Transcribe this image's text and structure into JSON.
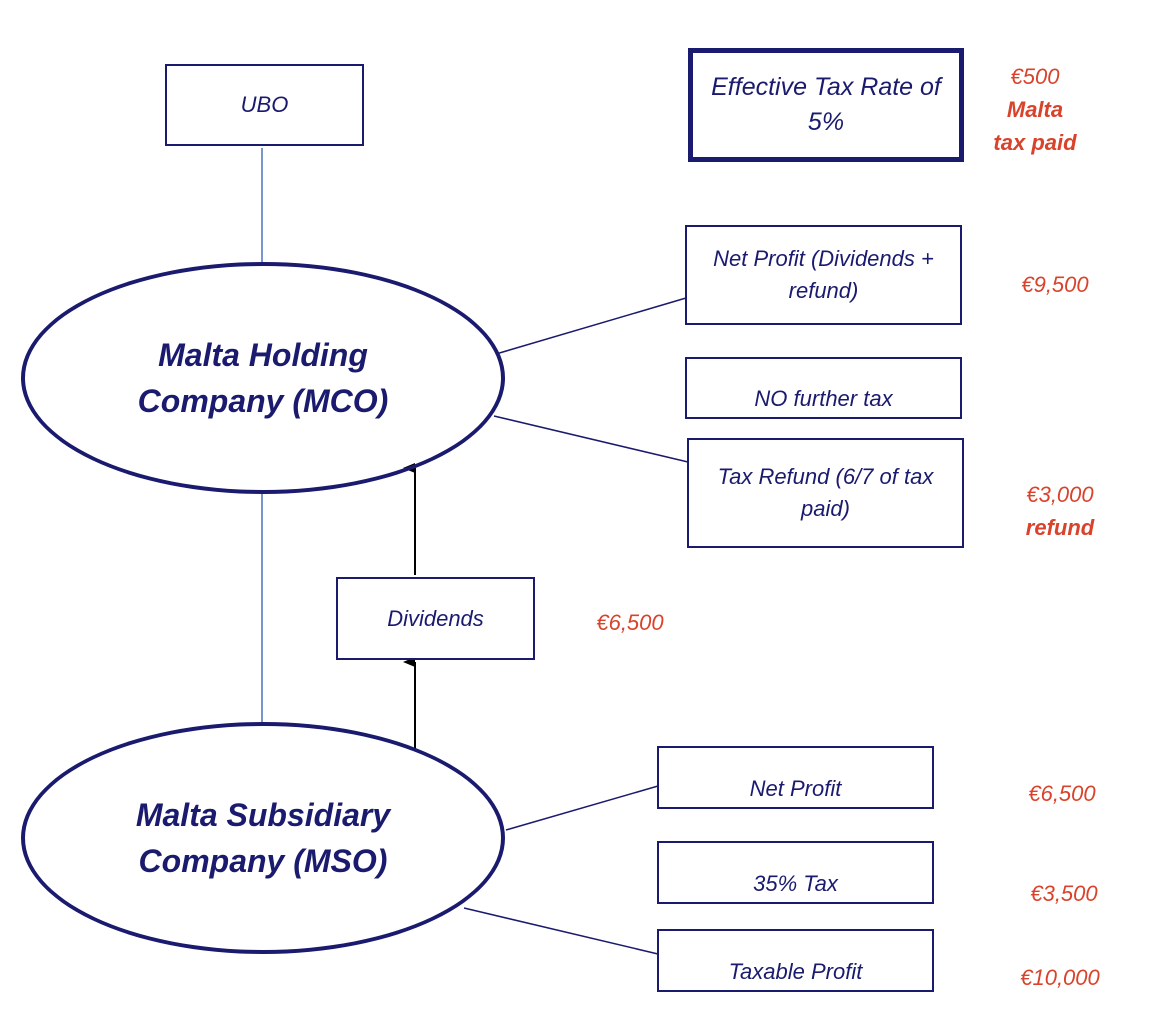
{
  "entities": {
    "ubo": "UBO",
    "holding": "Malta Holding Company (MCO)",
    "subsidiary": "Malta Subsidiary Company (MSO)"
  },
  "boxes": {
    "effective_rate": "Effective Tax Rate of 5%",
    "net_profit_mco": "Net Profit (Dividends + refund)",
    "no_further_tax": "NO further tax",
    "tax_refund": "Tax Refund (6/7 of tax paid)",
    "dividends": "Dividends",
    "net_profit_mso": "Net Profit",
    "tax_35": "35% Tax",
    "taxable_profit": "Taxable Profit"
  },
  "amounts": {
    "malta_tax_paid_value": "€500",
    "malta_tax_paid_label": "Malta",
    "malta_tax_paid_label2": "tax paid",
    "net_profit_mco": "€9,500",
    "refund_value": "€3,000",
    "refund_label": "refund",
    "dividends": "€6,500",
    "net_profit_mso": "€6,500",
    "tax_35": "€3,500",
    "taxable_profit": "€10,000"
  },
  "colors": {
    "navy": "#1a1a6e",
    "amount_red": "#d9432b",
    "link_blue": "#4a74b8"
  }
}
